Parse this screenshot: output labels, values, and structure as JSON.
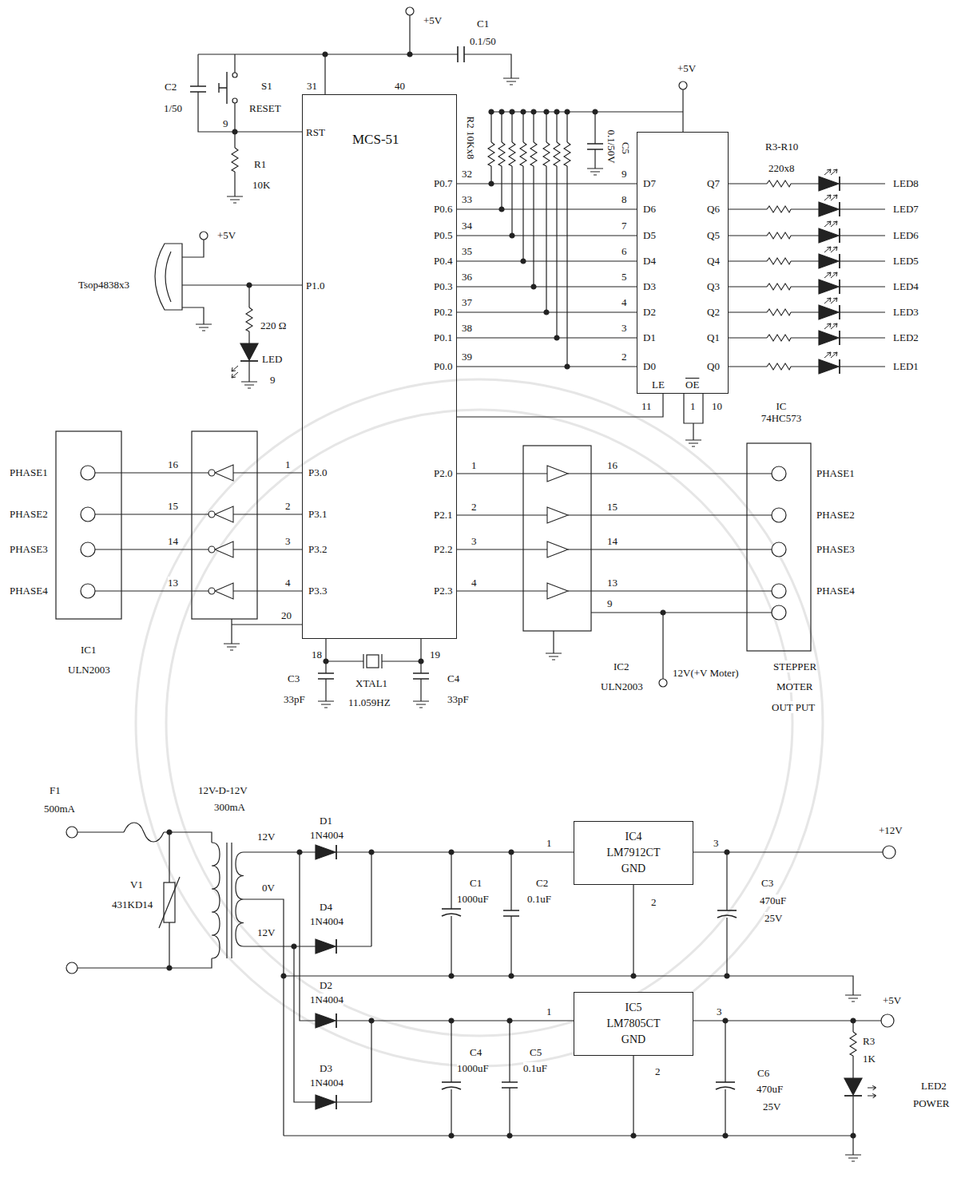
{
  "diagram": {
    "nodes": [
      {
        "text": [
          "MCS-51"
        ]
      },
      {
        "text": [
          "IC 74HC573"
        ]
      },
      {
        "text": [
          "IC4",
          "LM7912CT",
          "GND"
        ]
      },
      {
        "text": [
          "IC5",
          "LM7805CT",
          "GND"
        ]
      }
    ],
    "edges": [
      {
        "from": 0,
        "to": 1,
        "arrow": "none"
      },
      {
        "from": 0,
        "to": 1,
        "arrow": "none"
      },
      {
        "from": 0,
        "to": 1,
        "arrow": "none"
      },
      {
        "from": 0,
        "to": 1,
        "arrow": "none"
      },
      {
        "from": 0,
        "to": 1,
        "arrow": "none"
      },
      {
        "from": 0,
        "to": 1,
        "arrow": "none"
      },
      {
        "from": 0,
        "to": 1,
        "arrow": "none"
      },
      {
        "from": 0,
        "to": 1,
        "arrow": "none"
      },
      {
        "from": 0,
        "to": 1,
        "arrow": "none"
      }
    ],
    "labels": [
      "+5V",
      "C1",
      "0.1/50",
      "C2",
      "1/50",
      "S1",
      "RESET",
      "31",
      "40",
      "9",
      "RST",
      "R1",
      "10K",
      "+5V",
      "R2 10Kx8",
      "C5",
      "0.1/50V",
      "P0.7",
      "32",
      "9",
      "D7",
      "Q7",
      "LED8",
      "P0.6",
      "33",
      "8",
      "D6",
      "Q6",
      "LED7",
      "P0.5",
      "34",
      "7",
      "D5",
      "Q5",
      "LED6",
      "P0.4",
      "35",
      "6",
      "D4",
      "Q4",
      "LED5",
      "P0.3",
      "36",
      "5",
      "D3",
      "Q3",
      "LED4",
      "P0.2",
      "37",
      "4",
      "D2",
      "Q2",
      "LED3",
      "P0.1",
      "38",
      "3",
      "D1",
      "Q1",
      "LED2",
      "P0.0",
      "39",
      "2",
      "D0",
      "Q0",
      "LED1",
      "R3-R10",
      "220x8",
      "LE",
      "OE",
      "11",
      "1",
      "10",
      "+5V",
      "Tsop4838x3",
      "P1.0",
      "220 Ω",
      "LED",
      "9",
      "PHASE1",
      "16",
      "1",
      "P3.0",
      "PHASE2",
      "15",
      "2",
      "P3.1",
      "PHASE3",
      "14",
      "3",
      "P3.2",
      "PHASE4",
      "13",
      "4",
      "P3.3",
      "20",
      "IC1",
      "ULN2003",
      "P2.0",
      "1",
      "16",
      "PHASE1",
      "P2.1",
      "2",
      "15",
      "PHASE2",
      "P2.2",
      "3",
      "14",
      "PHASE3",
      "P2.3",
      "4",
      "13",
      "PHASE4",
      "9",
      "IC2",
      "ULN2003",
      "12V(+V Moter)",
      "STEPPER",
      "MOTER",
      "OUT PUT",
      "18",
      "19",
      "C3",
      "33pF",
      "XTAL1",
      "11.059HZ",
      "C4",
      "33pF",
      "F1",
      "500mA",
      "12V-D-12V",
      "300mA",
      "V1",
      "431KD14",
      "12V",
      "0V",
      "12V",
      "D1",
      "1N4004",
      "D4",
      "1N4004",
      "D2",
      "1N4004",
      "D3",
      "1N4004",
      "1",
      "C1",
      "1000uF",
      "C2",
      "0.1uF",
      "3",
      "+12V",
      "C3",
      "470uF",
      "25V",
      "2",
      "1",
      "3",
      "+5V",
      "C4",
      "1000uF",
      "C5",
      "0.1uF",
      "2",
      "C6",
      "470uF",
      "25V",
      "R3",
      "1K",
      "LED2",
      "POWER"
    ]
  }
}
